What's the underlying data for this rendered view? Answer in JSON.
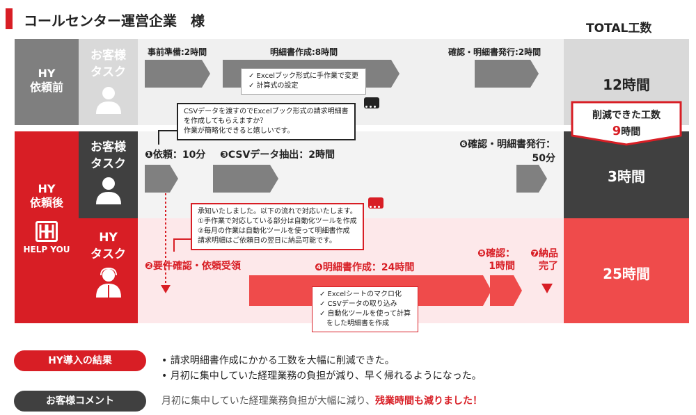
{
  "header": {
    "title": "コールセンター運営企業　様",
    "total_heading": "TOTAL工数"
  },
  "rows": {
    "before": {
      "label": "HY\n依頼前",
      "role": "お客様\nタスク",
      "total": "12時間",
      "steps": {
        "prep": "事前準備:2時間",
        "create": "明細書作成:8時間",
        "issue": "確認・明細書発行:2時間"
      },
      "checklist": [
        "✓ Excelブック形式に手作業で変更",
        "✓ 計算式の設定"
      ]
    },
    "after": {
      "label": "HY\n依頼後",
      "logo_text": "HELP YOU",
      "client_role": "お客様\nタスク",
      "hy_role": "HY\nタスク",
      "client_total": "3時間",
      "hy_total": "25時間",
      "client_steps": {
        "request": "❶依頼：10分",
        "extract": "❸CSVデータ抽出：2時間",
        "issue": "❻確認・明細書発行：\n50分"
      },
      "hy_steps": {
        "accept": "❷要件確認・依頼受領",
        "create": "❹明細書作成：24時間",
        "check": "❺確認：\n1時間",
        "deliver": "❼納品\n完了"
      },
      "client_callout": [
        "CSVデータを渡すのでExcelブック形式の請求明細書",
        "を作成してもらえますか？",
        "作業が簡略化できると嬉しいです。"
      ],
      "hy_callout": [
        "承知いたしました。以下の流れで対応いたします。",
        "①手作業で対応している部分は自動化ツールを作成",
        "②毎月の作業は自動化ツールを使って明細書作成",
        "請求明細はご依頼日の翌日に納品可能です。"
      ],
      "hy_checklist": [
        "✓ Excelシートのマクロ化",
        "✓ CSVデータの取り込み",
        "✓ 自動化ツールを使って計算",
        "　をした明細書を作成"
      ]
    }
  },
  "reduction": {
    "label": "削減できた工数",
    "value": "9",
    "unit": "時間"
  },
  "results": {
    "pill": "HY導入の結果",
    "bullets": [
      "•  請求明細書作成にかかる工数を大幅に削減できた。",
      "•  月初に集中していた経理業務の負担が減り、早く帰れるようになった。"
    ]
  },
  "comment": {
    "pill": "お客様コメント",
    "text_plain": "月初に集中していた経理業務負担が大幅に減り、",
    "text_emph": "残業時間も減りました！"
  },
  "colors": {
    "brand_red": "#d81e25",
    "dark_gray": "#404040",
    "mid_gray": "#7f7f7f",
    "light_gray": "#d9d9d9",
    "pink": "#ef4b4b"
  }
}
